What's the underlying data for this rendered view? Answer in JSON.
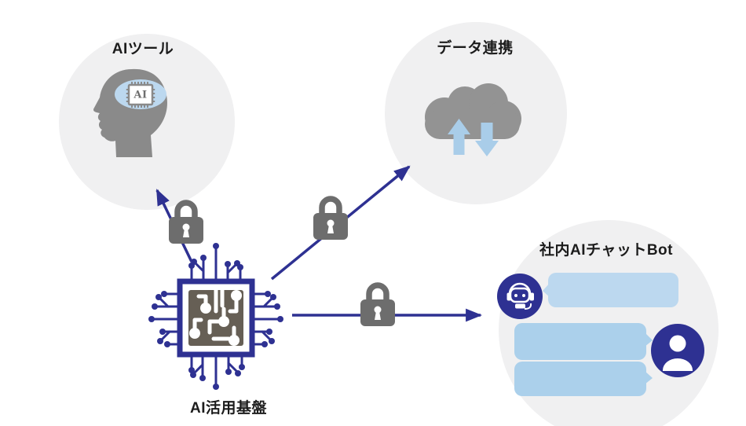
{
  "colors": {
    "accent": "#2e3192",
    "circle_bg": "#f0f0f1",
    "icon_gray": "#8a8a8a",
    "lock_gray": "#6d6d6d",
    "cloud_gray": "#939393",
    "chip_core": "#665f55",
    "light_blue": "#a9cde9",
    "bubble_light": "#bcd8ef",
    "bubble_mid": "#abd0eb",
    "text": "#1c1c1c"
  },
  "nodes": {
    "ai_tool": {
      "label": "AIツール",
      "icon": "head-with-ai-chip-icon",
      "chip_text": "AI"
    },
    "data_link": {
      "label": "データ連携",
      "icon": "cloud-sync-icon"
    },
    "chat_bot": {
      "label": "社内AIチャットBot",
      "icons": [
        "bot-avatar-icon",
        "user-avatar-icon",
        "chat-bubbles"
      ]
    },
    "ai_platform": {
      "label": "AI活用基盤",
      "icon": "cpu-chip-icon"
    }
  },
  "connections": [
    {
      "from": "ai_platform",
      "to": "ai_tool",
      "secured": true,
      "lock_icon": "padlock-icon"
    },
    {
      "from": "ai_platform",
      "to": "data_link",
      "secured": true,
      "lock_icon": "padlock-icon"
    },
    {
      "from": "ai_platform",
      "to": "chat_bot",
      "secured": true,
      "lock_icon": "padlock-icon"
    }
  ]
}
